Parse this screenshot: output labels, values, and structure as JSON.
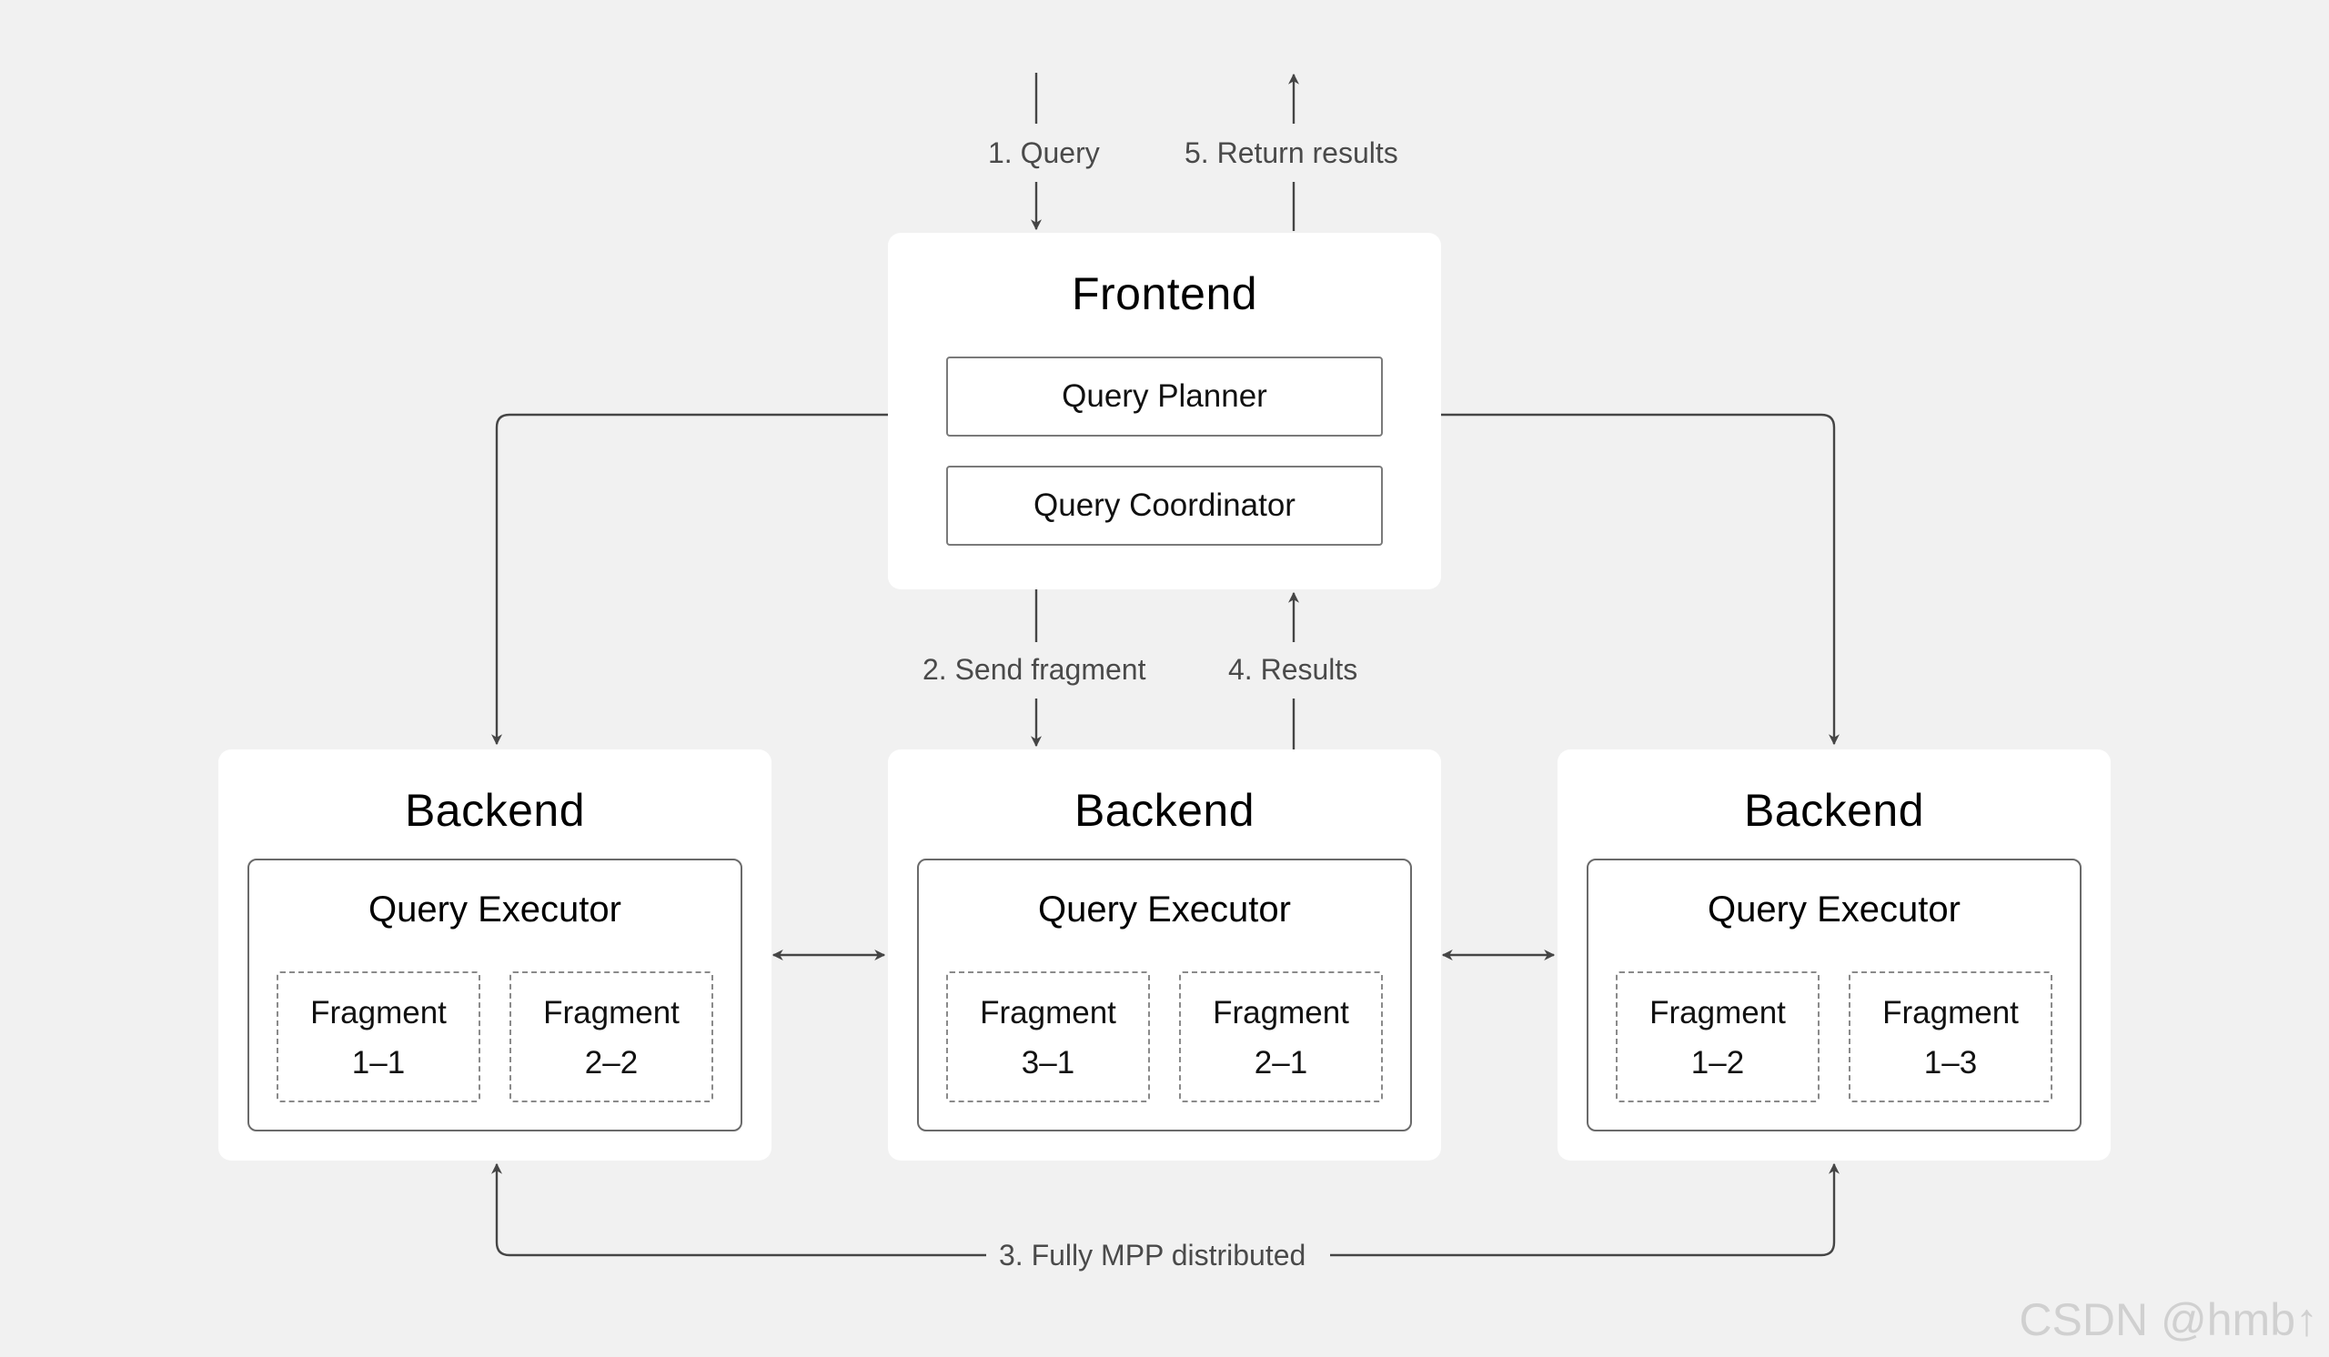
{
  "frontend": {
    "title": "Frontend",
    "planner": "Query Planner",
    "coordinator": "Query Coordinator"
  },
  "backends": [
    {
      "title": "Backend",
      "executor": "Query Executor",
      "fragments": [
        {
          "name": "Fragment",
          "id": "1–1"
        },
        {
          "name": "Fragment",
          "id": "2–2"
        }
      ]
    },
    {
      "title": "Backend",
      "executor": "Query Executor",
      "fragments": [
        {
          "name": "Fragment",
          "id": "3–1"
        },
        {
          "name": "Fragment",
          "id": "2–1"
        }
      ]
    },
    {
      "title": "Backend",
      "executor": "Query Executor",
      "fragments": [
        {
          "name": "Fragment",
          "id": "1–2"
        },
        {
          "name": "Fragment",
          "id": "1–3"
        }
      ]
    }
  ],
  "edges": {
    "query": "1. Query",
    "return_results": "5. Return results",
    "send_fragment": "2. Send fragment",
    "results": "4. Results",
    "mpp": "3. Fully MPP distributed"
  },
  "watermark": "CSDN @hmb↑",
  "colors": {
    "background": "#f1f1f1",
    "node": "#ffffff",
    "edge": "#454545"
  }
}
